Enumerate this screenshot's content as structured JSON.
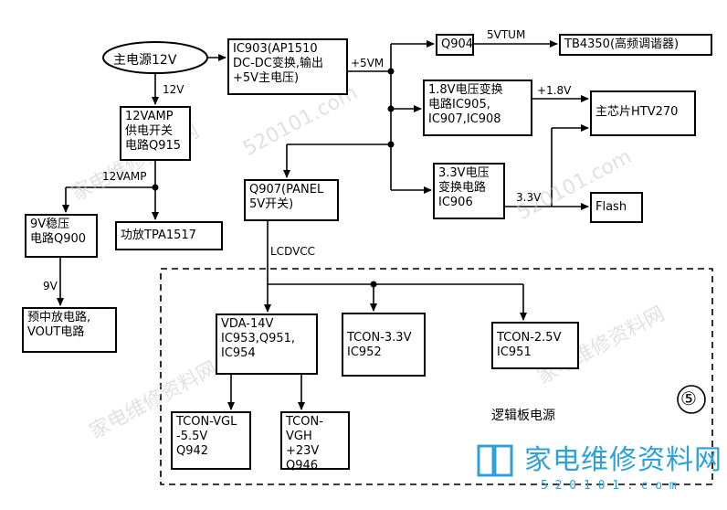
{
  "nodes": {
    "main_power": "主电源12V",
    "ic903": "IC903(AP1510\nDC-DC变换,输出\n+5V主电压)",
    "q904": "Q904",
    "tb4350": "TB4350(高频调谐器)",
    "v18": "1.8V电压变换\n电路IC905,\nIC907,IC908",
    "chip": "主芯片HTV270",
    "q915": "12VAMP\n供电开关\n电路Q915",
    "q907": "Q907(PANEL\n5V开关)",
    "v33": "3.3V电压\n变换电路\nIC906",
    "flash": "Flash",
    "q900": "9V稳压\n电路Q900",
    "tpa": "功放TPA1517",
    "vout": "预中放电路,\nVOUT电路",
    "vda": "VDA-14V\nIC953,Q951,\nIC954",
    "tcon33": "TCON-3.3V\nIC952",
    "tcon25": "TCON-2.5V\nIC951",
    "vgl": "TCON-VGL\n-5.5V\nQ942",
    "vgh": "TCON-VGH\n+23V\nQ946"
  },
  "labels": {
    "v12": "12V",
    "v5m": "+5VM",
    "v5vtum": "5VTUM",
    "v18out": "+1.8V",
    "v12amp": "12VAMP",
    "v33out": "3.3V",
    "v9": "9V",
    "lcdvcc": "LCDVCC",
    "logic": "逻辑板电源",
    "fig": "⑤"
  },
  "watermarks": [
    "家电维修资料网",
    "520101.com"
  ],
  "logo": {
    "text": "家电维修资料网",
    "url": "5 2 0 1 0 1 . c o m"
  }
}
